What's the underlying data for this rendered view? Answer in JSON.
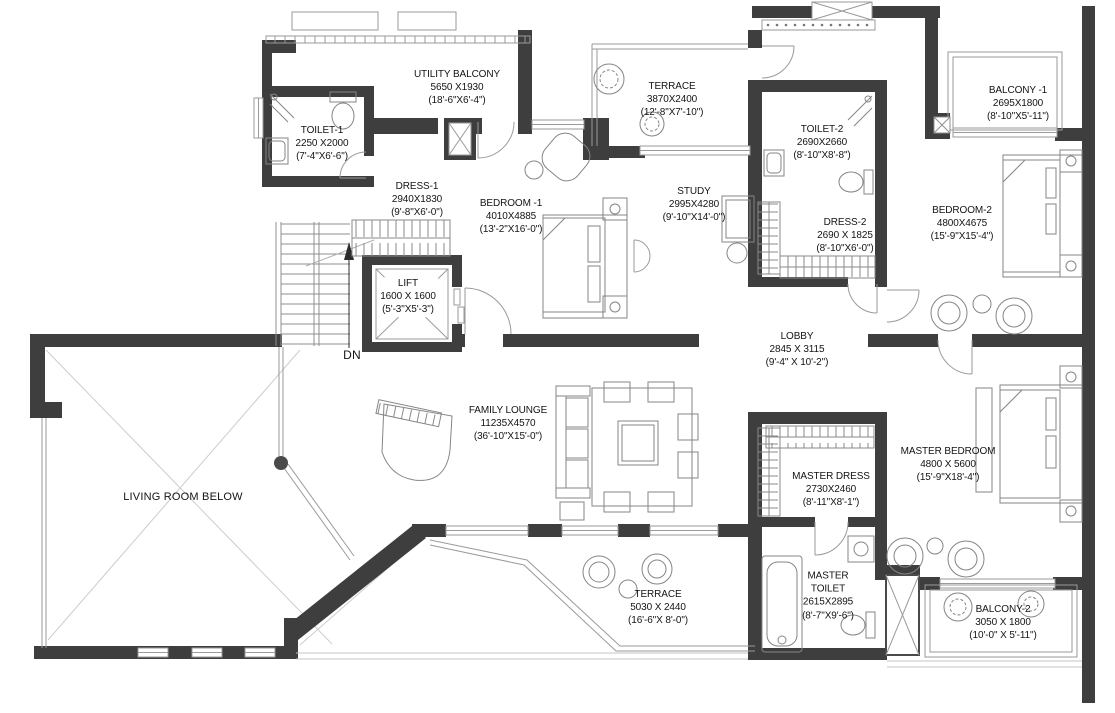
{
  "plan": {
    "colors": {
      "wall": "#3e3e3e",
      "line": "#8f8f8f",
      "furniture": "#858585",
      "void_line": "#cccccc",
      "text": "#141414"
    },
    "labels": {
      "dn": "DN",
      "living_room_below": "LIVING ROOM BELOW"
    },
    "rooms": [
      {
        "id": "utility-balcony",
        "name": "UTILITY BALCONY",
        "mm": "5650 X1930",
        "ft": "(18'-6\"X6'-4\")"
      },
      {
        "id": "toilet-1",
        "name": "TOILET-1",
        "mm": "2250 X2000",
        "ft": "(7'-4\"X6'-6\")"
      },
      {
        "id": "dress-1",
        "name": "DRESS-1",
        "mm": "2940X1830",
        "ft": "(9'-8\"X6'-0\")"
      },
      {
        "id": "bedroom-1",
        "name": "BEDROOM -1",
        "mm": "4010X4885",
        "ft": "(13'-2\"X16'-0\")"
      },
      {
        "id": "lift",
        "name": "LIFT",
        "mm": "1600 X 1600",
        "ft": "(5'-3\"X5'-3\")"
      },
      {
        "id": "terrace",
        "name": "TERRACE",
        "mm": "3870X2400",
        "ft": "(12'-8\"X7'-10\")"
      },
      {
        "id": "study",
        "name": "STUDY",
        "mm": "2995X4280",
        "ft": "(9'-10\"X14'-0\")"
      },
      {
        "id": "toilet-2",
        "name": "TOILET-2",
        "mm": "2690X2660",
        "ft": "(8'-10\"X8'-8\")"
      },
      {
        "id": "dress-2",
        "name": "DRESS-2",
        "mm": "2690 X 1825",
        "ft": "(8'-10\"X6'-0\")"
      },
      {
        "id": "balcony-1",
        "name": "BALCONY -1",
        "mm": "2695X1800",
        "ft": "(8'-10\"X5'-11\")"
      },
      {
        "id": "bedroom-2",
        "name": "BEDROOM-2",
        "mm": "4800X4675",
        "ft": "(15'-9\"X15'-4\")"
      },
      {
        "id": "lobby",
        "name": "LOBBY",
        "mm": "2845 X 3115",
        "ft": "(9'-4\" X 10'-2\")"
      },
      {
        "id": "family-lounge",
        "name": "FAMILY LOUNGE",
        "mm": "11235X4570",
        "ft": "(36'-10\"X15'-0\")"
      },
      {
        "id": "master-dress",
        "name": "MASTER DRESS",
        "mm": "2730X2460",
        "ft": "(8'-11\"X8'-1\")"
      },
      {
        "id": "master-bedroom",
        "name": "MASTER BEDROOM",
        "mm": "4800 X 5600",
        "ft": "(15'-9\"X18'-4\")"
      },
      {
        "id": "master-toilet",
        "name": "MASTER TOILET",
        "mm": "2615X2895",
        "ft": "(8'-7\"X9'-6\")"
      },
      {
        "id": "terrace-2",
        "name": "TERRACE",
        "mm": "5030 X 2440",
        "ft": "(16'-6\"X 8'-0\")"
      },
      {
        "id": "balcony-2",
        "name": "BALCONY-2",
        "mm": "3050 X 1800",
        "ft": "(10'-0\" X 5'-11\")"
      }
    ]
  }
}
